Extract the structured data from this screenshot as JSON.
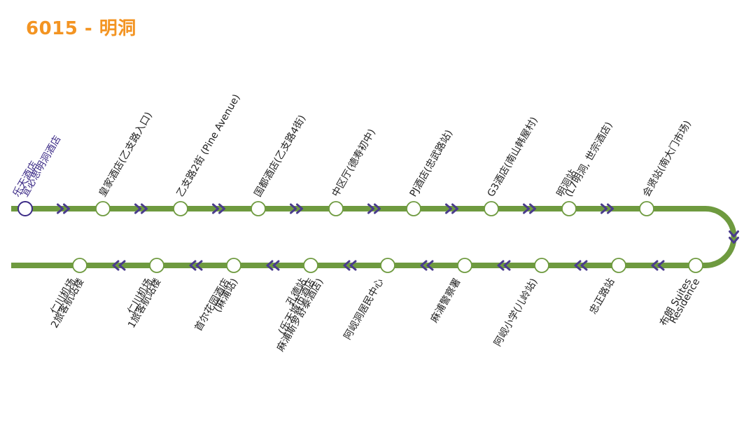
{
  "route": {
    "title": "6015 - 明洞"
  },
  "colors": {
    "title": "#f39422",
    "line": "#6e9a3f",
    "arrow": "#4a3c8c",
    "start_station": "#3b2a86",
    "start_label": "#3b2a86",
    "label": "#222222",
    "station_fill": "#ffffff"
  },
  "stations_outbound": [
    {
      "lines": [
        "乐天酒店",
        "宜必思明洞酒店"
      ],
      "is_start": true
    },
    {
      "lines": [
        "皇家酒店(乙支路入口)"
      ]
    },
    {
      "lines": [
        "乙支路2街 (Pine Avenue)"
      ]
    },
    {
      "lines": [
        "国都酒店(乙支路4街)"
      ]
    },
    {
      "lines": [
        "中区厅(德寿初中)"
      ]
    },
    {
      "lines": [
        "PJ酒店(忠武路站)"
      ]
    },
    {
      "lines": [
        "G3酒店(南山韩屋村)"
      ]
    },
    {
      "lines": [
        "明洞站",
        "(L7明洞, 世宗酒店)"
      ]
    },
    {
      "lines": [
        "会贤站(南大门市场)"
      ]
    }
  ],
  "stations_return": [
    {
      "lines": [
        "布朗 Suites",
        "Residence"
      ]
    },
    {
      "lines": [
        "忠正路站"
      ]
    },
    {
      "lines": [
        "阿岘小学(儿岭站)"
      ]
    },
    {
      "lines": [
        "麻浦警察署"
      ]
    },
    {
      "lines": [
        "阿岘洞居民中心"
      ]
    },
    {
      "lines": [
        "孔德站",
        "(乐天城市酒店",
        "麻浦斯罗舒泰酒店)"
      ]
    },
    {
      "lines": [
        "首尔花园酒店",
        "(麻浦站)"
      ]
    },
    {
      "lines": [
        "仁川机场",
        "1旅客航站楼"
      ]
    },
    {
      "lines": [
        "仁川机场",
        "2旅客航站楼"
      ]
    }
  ]
}
